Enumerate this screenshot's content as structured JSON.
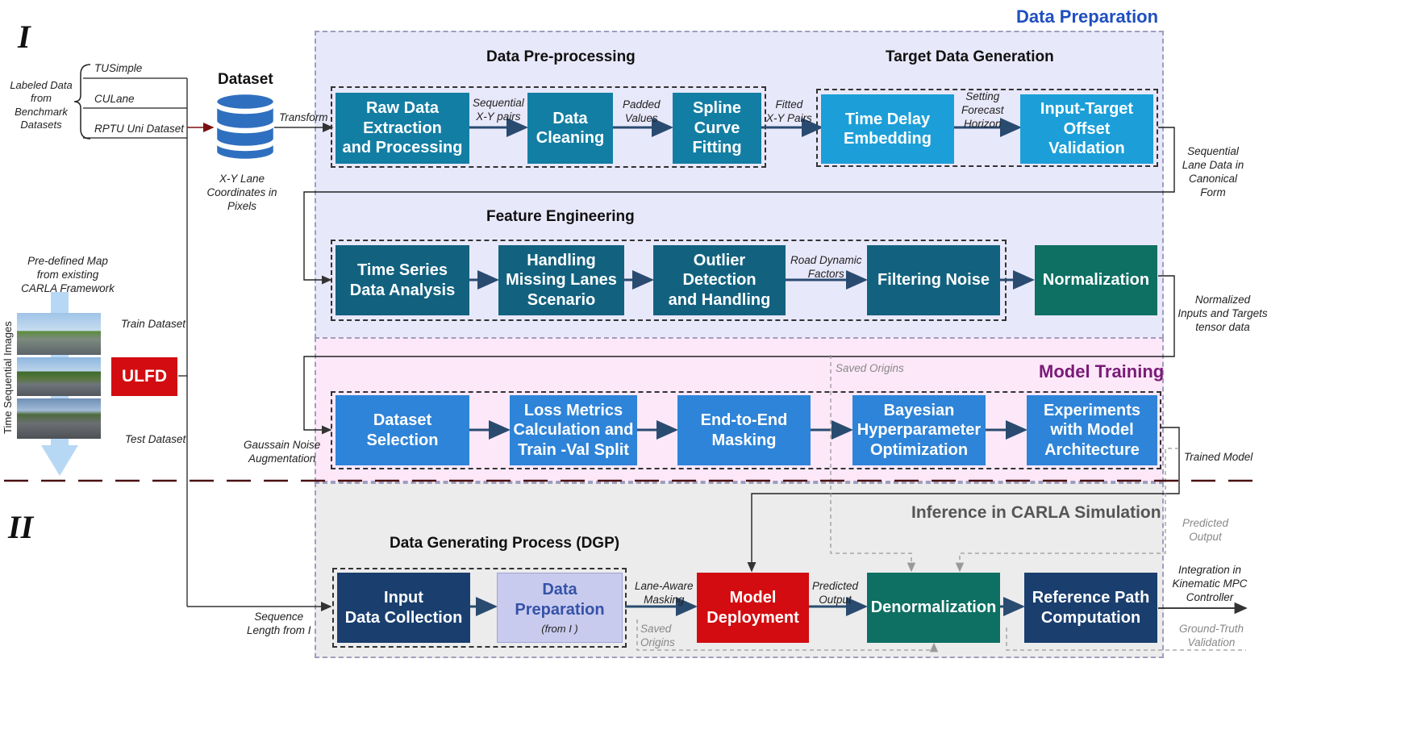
{
  "roman": {
    "one": "I",
    "two": "II"
  },
  "regions": {
    "data_prep": {
      "title": "Data Preparation",
      "color": "#1f4fbf",
      "bg": "#e8e8fb"
    },
    "model_training": {
      "title": "Model Training",
      "color": "#7a1a78",
      "bg": "#fde8f9"
    },
    "inference": {
      "title": "Inference in CARLA Simulation",
      "color": "#555555",
      "bg": "#ececec"
    }
  },
  "sections": {
    "preprocessing": "Data Pre-processing",
    "target_gen": "Target Data Generation",
    "feature_eng": "Feature Engineering",
    "dgp": "Data Generating Process (DGP)"
  },
  "dataset": {
    "title": "Dataset",
    "caption": "X-Y Lane\nCoordinates in Pixels"
  },
  "sources": {
    "group_label": "Labeled Data\nfrom\nBenchmark\nDatasets",
    "items": [
      "TUSimple",
      "CULane",
      "RPTU Uni Dataset"
    ]
  },
  "carla": {
    "map_label": "Pre-defined Map\nfrom existing\nCARLA Framework",
    "images_label": "Time Sequential Images",
    "train_label": "Train Dataset",
    "test_label": "Test Dataset",
    "ulfd": "ULFD"
  },
  "boxes": {
    "raw": "Raw Data\nExtraction\nand Processing",
    "clean": "Data\nCleaning",
    "spline": "Spline\nCurve\nFitting",
    "tde": "Time Delay\nEmbedding",
    "ito": "Input-Target\nOffset Validation",
    "tsa": "Time Series\nData Analysis",
    "missing": "Handling\nMissing Lanes\nScenario",
    "outlier": "Outlier Detection\nand Handling",
    "filter": "Filtering Noise",
    "norm": "Normalization",
    "dsel": "Dataset\nSelection",
    "loss": "Loss Metrics\nCalculation and\nTrain -Val Split",
    "e2e": "End-to-End\nMasking",
    "bayes": "Bayesian\nHyperparameter\nOptimization",
    "exp": "Experiments\nwith Model\nArchitecture",
    "input": "Input\nData Collection",
    "dprep": "Data\nPreparation",
    "dprep_sub": "(from I )",
    "deploy": "Model\nDeployment",
    "denorm": "Denormalization",
    "ref": "Reference Path\nComputation"
  },
  "labels": {
    "transform": "Transform",
    "seq_xy": "Sequential\nX-Y pairs",
    "padded": "Padded\nValues",
    "fitted": "Fitted\nX-Y Pairs",
    "horizon": "Setting\nForecast\nHorizon",
    "seq_lane": "Sequential\nLane Data in\nCanonical Form",
    "road_dyn": "Road Dynamic\nFactors",
    "norm_out": "Normalized\nInputs and Targets\ntensor data",
    "saved_origins_top": "Saved Origins",
    "gauss": "Gaussain Noise\nAugmentation",
    "trained": "Trained Model",
    "predicted_output_gray": "Predicted\nOutput",
    "lane_aware": "Lane-Aware\nMasking",
    "predicted_output": "Predicted\nOutput",
    "integration": "Integration in\nKinematic MPC\nController",
    "gt_validation": "Ground-Truth\nValidation",
    "seq_len": "Sequence\nLength from I",
    "saved_origins_bottom": "Saved\nOrigins"
  }
}
